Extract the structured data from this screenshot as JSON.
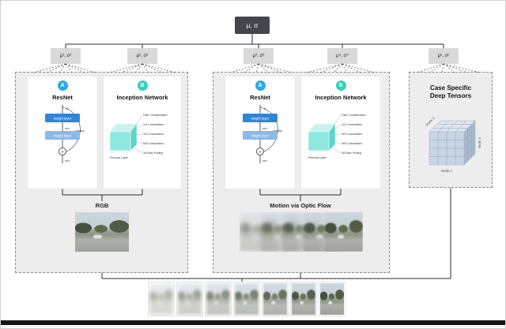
{
  "root": {
    "label": "μ, σ"
  },
  "params": [
    {
      "label": "μ¹, σ¹"
    },
    {
      "label": "μ², σ²"
    },
    {
      "label": "μ³, σ³"
    },
    {
      "label": "μ⁴, σ⁴"
    },
    {
      "label": "μⁿ, σⁿ"
    }
  ],
  "panel_rgb": {
    "caption": "RGB",
    "resnet_badge": "A",
    "resnet_title": "ResNet",
    "inception_badge": "B",
    "inception_title": "Inception Network"
  },
  "panel_flow": {
    "caption": "Motion via Optic Flow",
    "resnet_badge": "A",
    "resnet_title": "ResNet",
    "inception_badge": "B",
    "inception_title": "Inception Network"
  },
  "panel_tensor": {
    "title_line1": "Case Specific",
    "title_line2": "Deep Tensors",
    "mode1": "Mode 1",
    "mode2": "Mode 2",
    "mode3": "Mode 3"
  },
  "resnet_block": {
    "x": "x",
    "weight1": "weight layer",
    "relu1": "relu",
    "weight2": "weight layer",
    "plus": "+",
    "relu2": "relu",
    "identity": "identity"
  },
  "inception_block": {
    "filter_concat": "Filter Concatenation",
    "conv1": "1x1 Convolutions",
    "conv3": "3x3 Convolutions",
    "conv5": "5x5 Convolutions",
    "pool": "3x3 Max Pooling",
    "prev": "Previous Layer"
  },
  "colors": {
    "badge_a": "#29abe2",
    "badge_b": "#35d0b8",
    "resnet_box1": "#2f86d8",
    "resnet_box2": "#8ab9ea",
    "inception_cube": "#8ee8e0",
    "root_box": "#41474c"
  }
}
